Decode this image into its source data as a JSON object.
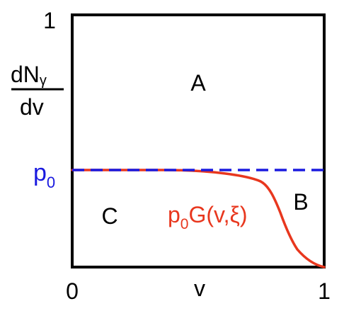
{
  "colors": {
    "frame": "#000000",
    "reference_line": "#1a1adf",
    "curve": "#e8371e",
    "text": "#000000"
  },
  "y_axis": {
    "top_tick": "1",
    "label_numerator_main": "dN",
    "label_numerator_sub": "γ",
    "label_denominator": "dv",
    "p0_label_main": "p",
    "p0_label_sub": "0"
  },
  "x_axis": {
    "min_label": "0",
    "label": "v",
    "max_label": "1"
  },
  "regions": {
    "a": "A",
    "b": "B",
    "c": "C"
  },
  "curve_label": {
    "prefix": "p",
    "sub": "0",
    "rest": "G(v,ξ)"
  },
  "reference_line": {
    "style": "dashed",
    "level": "p0"
  }
}
